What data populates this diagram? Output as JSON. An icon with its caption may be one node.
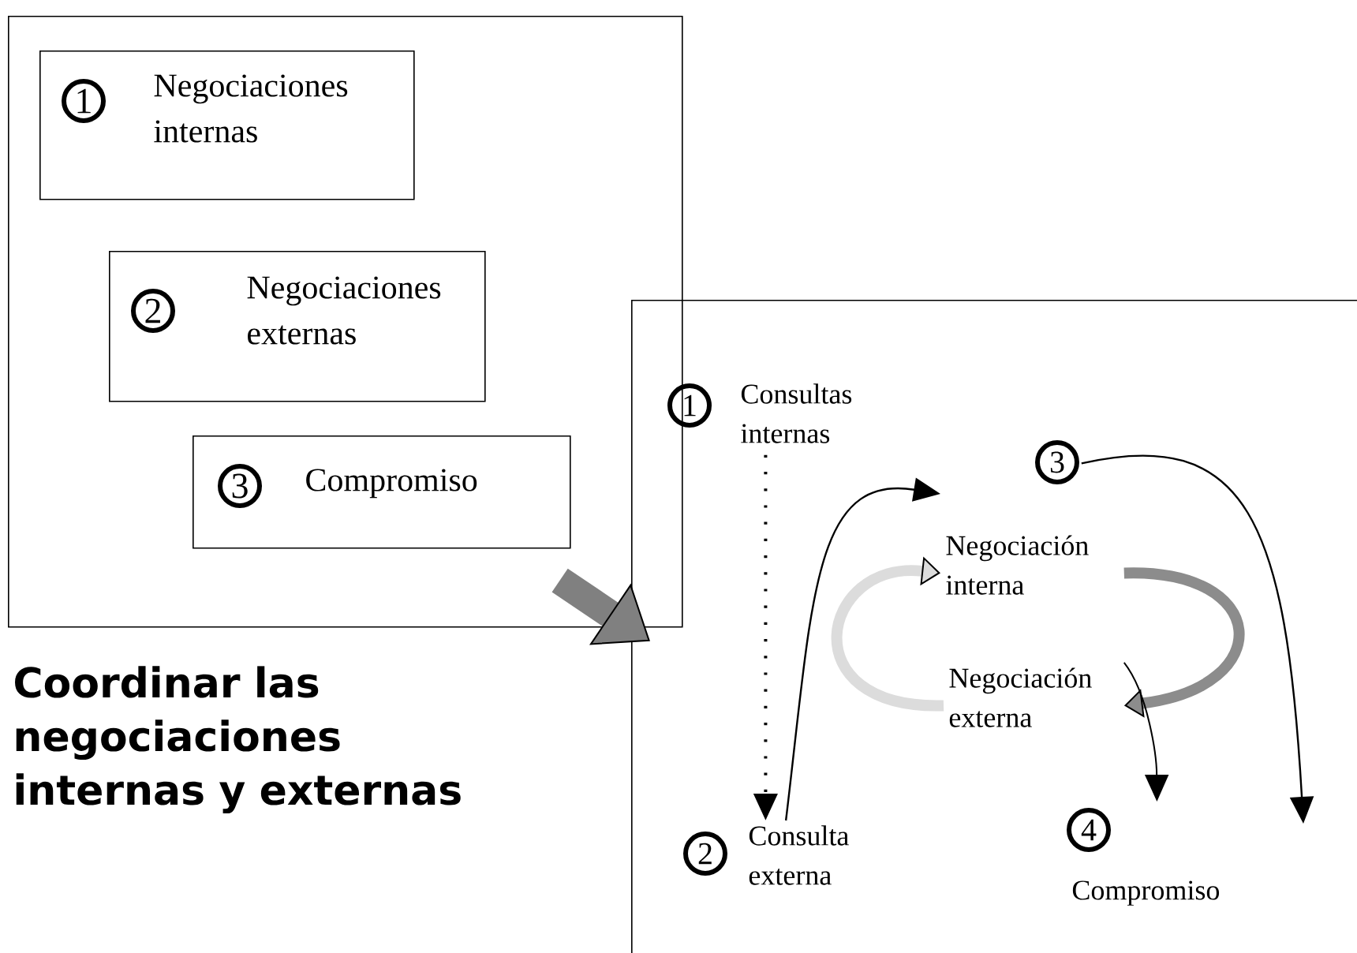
{
  "diagram": {
    "title": "Coordinar las negociaciones internas y externas",
    "nodes": [
      {
        "text": [],
        "shape": "box"
      },
      {
        "text": [
          "1",
          "Negociaciones internas"
        ],
        "in": 0
      },
      {
        "text": [
          "2",
          "Negociaciones externas"
        ],
        "in": 0
      },
      {
        "text": [
          "3",
          "Compromiso"
        ],
        "in": 0
      },
      {
        "text": [],
        "shape": "box"
      },
      {
        "text": [
          "1",
          "Consultas internas"
        ],
        "in": 4
      },
      {
        "text": [
          "2",
          "Consulta externa"
        ],
        "in": 4
      },
      {
        "text": [
          "3"
        ],
        "in": 4
      },
      {
        "text": [
          "Negociación interna"
        ],
        "in": 4
      },
      {
        "text": [
          "Negociación externa"
        ],
        "in": 4
      },
      {
        "text": [
          "4",
          "Compromiso"
        ],
        "in": 4
      }
    ],
    "edges": [
      {
        "from": 0,
        "to": 4,
        "arrow": "to",
        "style": "thick",
        "color": "#808080"
      },
      {
        "from": 5,
        "to": 6,
        "arrow": "to",
        "style": "dashed"
      },
      {
        "from": 6,
        "to": null,
        "arrow": "to"
      },
      {
        "from": 7,
        "to": null,
        "arrow": "to"
      },
      {
        "from": 8,
        "to": 9,
        "arrow": "to",
        "style": "thick",
        "color": "#8c8c8c"
      },
      {
        "from": 9,
        "to": 8,
        "arrow": "to",
        "style": "thick",
        "color": "#dcdcdc"
      },
      {
        "from": 9,
        "to": 10,
        "arrow": "to"
      }
    ]
  }
}
